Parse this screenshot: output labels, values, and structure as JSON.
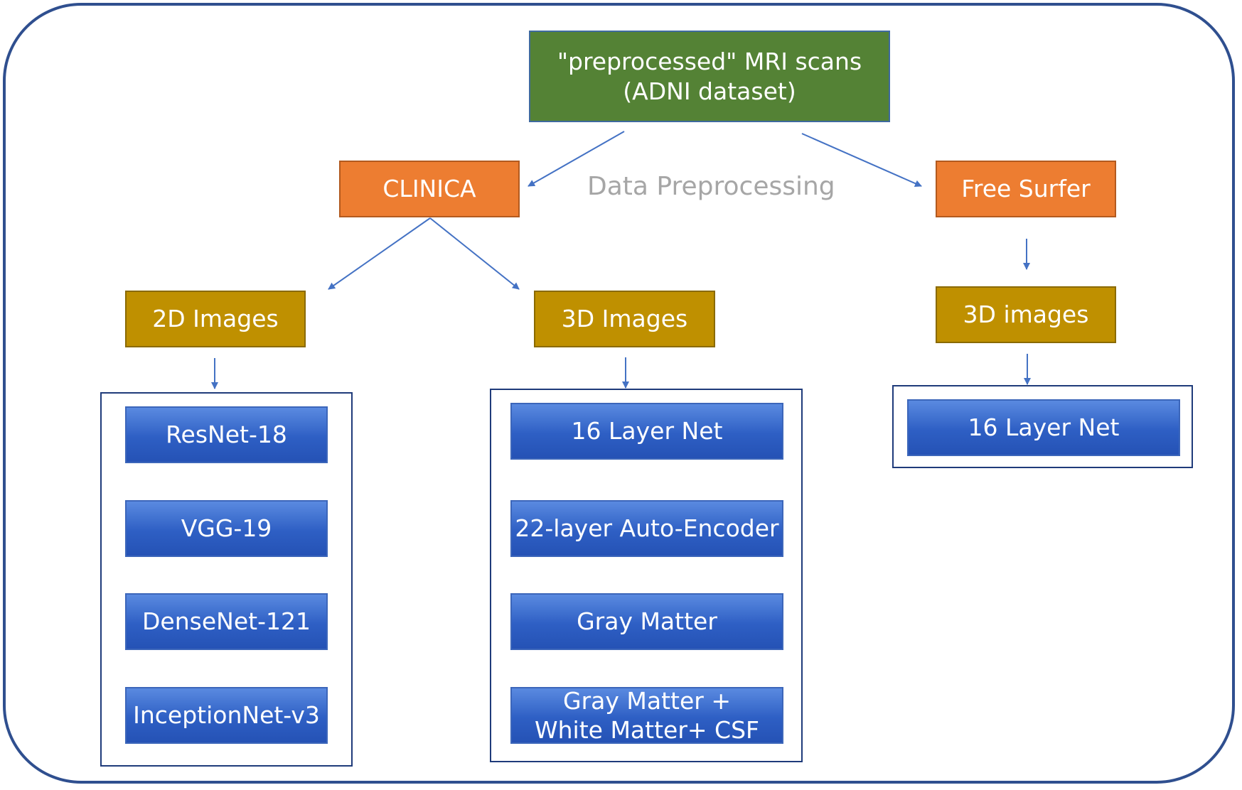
{
  "diagram": {
    "title_box": {
      "line1": "\"preprocessed\" MRI scans",
      "line2": "(ADNI dataset)"
    },
    "stage_label": "Data Preprocessing",
    "tools": {
      "left": "CLINICA",
      "right": "Free Surfer"
    },
    "image_types": {
      "clinica_2d": "2D Images",
      "clinica_3d": "3D Images",
      "freesurfer_3d": "3D images"
    },
    "models_2d": [
      "ResNet-18",
      "VGG-19",
      "DenseNet-121",
      "InceptionNet-v3"
    ],
    "models_3d": [
      "16 Layer Net",
      "22-layer Auto-Encoder",
      "Gray Matter",
      "Gray Matter + White Matter+ CSF"
    ],
    "models_freesurfer": [
      "16 Layer Net"
    ],
    "colors": {
      "source": "#548235",
      "tool": "#ed7d31",
      "image_type": "#bf9000",
      "model": "#2e5fc4",
      "arrow": "#4472c4",
      "frame": "#2f4f8f"
    }
  }
}
